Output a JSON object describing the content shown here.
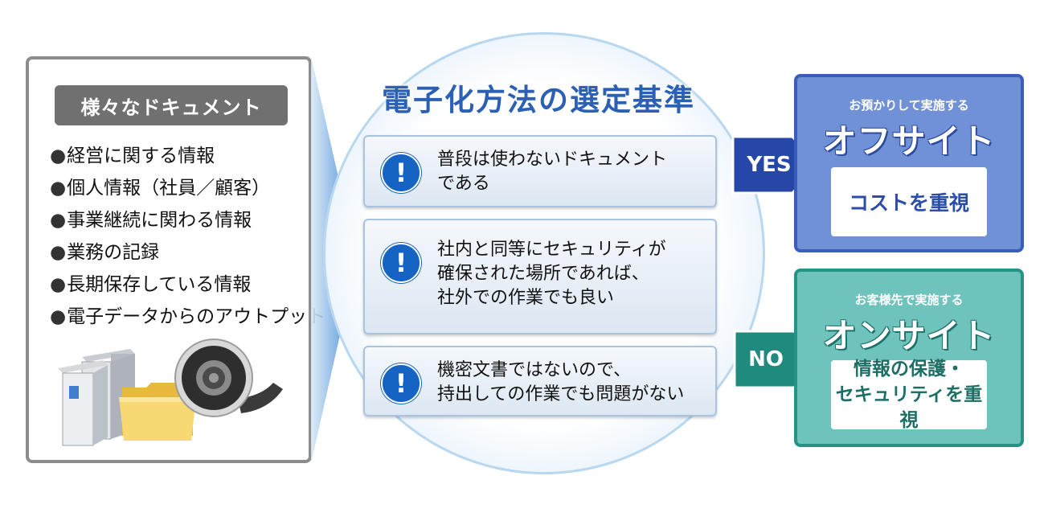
{
  "left_panel": {
    "title": "様々なドキュメント",
    "bullet": "●",
    "items": [
      "経営に関する情報",
      "個人情報（社員／顧客）",
      "事業継続に関わる情報",
      "業務の記録",
      "長期保存している情報",
      "電子データからのアウトプット"
    ],
    "icons": [
      "binder-icon",
      "folder-icon",
      "film-reel-icon"
    ]
  },
  "center": {
    "title": "電子化方法の選定基準",
    "criteria_icon": "!",
    "criteria": [
      "普段は使わないドキュメント\nである",
      "社内と同等にセキュリティが\n確保された場所であれば、\n社外での作業でも良い",
      "機密文書ではないので、\n持出しての作業でも問題がない"
    ]
  },
  "arrows": {
    "yes": "YES",
    "no": "NO"
  },
  "offsite": {
    "sub": "お預かりして実施する",
    "main": "オフサイト",
    "focus": "コストを重視"
  },
  "onsite": {
    "sub": "お客様先で実施する",
    "main": "オンサイト",
    "focus": "情報の保護・\nセキュリティを重視"
  },
  "colors": {
    "accent_blue": "#2b60b4",
    "yes_arrow": "#2747a8",
    "no_arrow": "#1f8a7e",
    "panel_gray": "#707070"
  }
}
